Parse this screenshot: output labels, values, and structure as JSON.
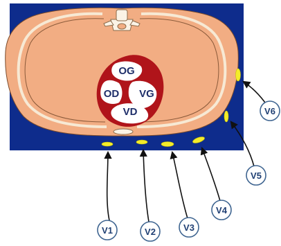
{
  "colors": {
    "background_panel": "#0e2c8c",
    "torso": "#f2ad83",
    "torso_outline": "#7a4a2a",
    "lung_line": "#f7e9d4",
    "heart_wall": "#b0141a",
    "heart_cavity": "#ffffff",
    "electrode": "#f4ec2a",
    "label_circle_stroke": "#3e6490",
    "label_text": "#1f3f73",
    "chamber_text": "#1f2f6a"
  },
  "heart": {
    "chambers": [
      {
        "id": "og",
        "label": "OG"
      },
      {
        "id": "od",
        "label": "OD"
      },
      {
        "id": "vg",
        "label": "VG"
      },
      {
        "id": "vd",
        "label": "VD"
      }
    ]
  },
  "leads": [
    {
      "id": "v1",
      "label": "V1"
    },
    {
      "id": "v2",
      "label": "V2"
    },
    {
      "id": "v3",
      "label": "V3"
    },
    {
      "id": "v4",
      "label": "V4"
    },
    {
      "id": "v5",
      "label": "V5"
    },
    {
      "id": "v6",
      "label": "V6"
    }
  ]
}
